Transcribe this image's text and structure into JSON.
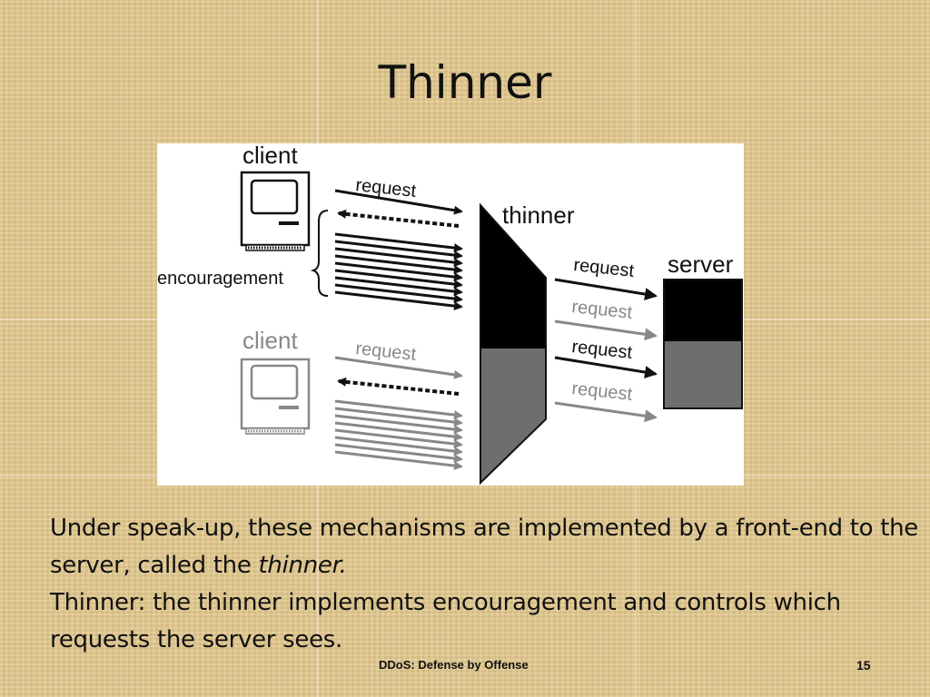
{
  "slide": {
    "title": "Thinner",
    "paragraph1_text": "Under speak-up, these mechanisms are implemented by a front-end to the server, called the ",
    "paragraph1_italic": "thinner.",
    "paragraph2": "Thinner: the thinner implements encouragement and controls which requests the server sees.",
    "footer": "DDoS:  Defense by Offense",
    "slide_number": "15"
  },
  "diagram": {
    "client_top_label": "client",
    "client_bottom_label": "client",
    "encouragement_label": "encouragement",
    "request_top_label": "request",
    "request_bottom_label": "request",
    "thinner_label": "thinner",
    "server_label": "server",
    "out_request_1": "request",
    "out_request_2": "request",
    "out_request_3": "request",
    "out_request_4": "request",
    "colors": {
      "good_client": "#111111",
      "bad_client": "#888888",
      "server_black": "#000000",
      "server_gray": "#6e6e6e"
    }
  }
}
